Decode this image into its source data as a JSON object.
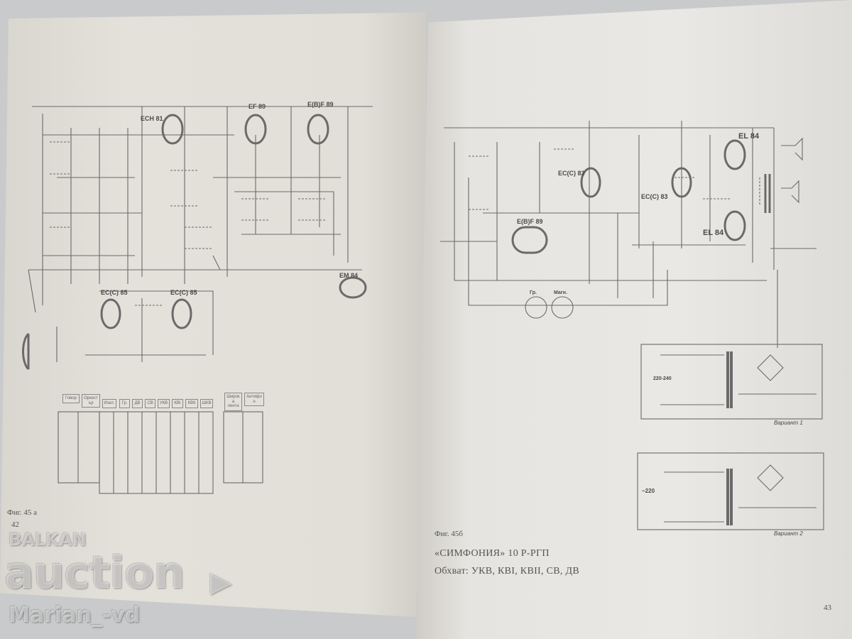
{
  "left_page": {
    "figure_label": "Фиг. 45 а",
    "page_number": "42",
    "tubes": [
      "ECH 81",
      "EF 89",
      "E(B)F 89",
      "EM 84",
      "EC(C) 85",
      "EC(C) 85"
    ],
    "switch_labels": [
      "Говор",
      "Оркестър",
      "Изкл.",
      "Гр.",
      "ДВ",
      "СВ",
      "УКВ",
      "КВI",
      "КВII",
      "ШКВ",
      "Широка лента",
      "Антифон"
    ]
  },
  "right_page": {
    "figure_label": "Фиг. 45б",
    "title": "«СИМФОНИЯ» 10 Р-РГП",
    "subtitle": "Обхват: УКВ, КВI, КВII, СВ, ДВ",
    "page_number": "43",
    "tubes": [
      "EC(C) 83",
      "E(B)F 89",
      "EC(C) 83",
      "EL 84",
      "EL 84"
    ],
    "sockets": [
      "Гр.",
      "Магн."
    ],
    "power_variants": [
      "Вариант 1",
      "Вариант 2"
    ],
    "voltages": [
      "220-240",
      "~220"
    ]
  },
  "watermark": {
    "brand_top": "BALKAN",
    "brand_main": "auction",
    "user": "Marian_-vd"
  },
  "colors": {
    "paper": "#e6e4df",
    "ink": "#555555",
    "background": "#c9cacb"
  }
}
